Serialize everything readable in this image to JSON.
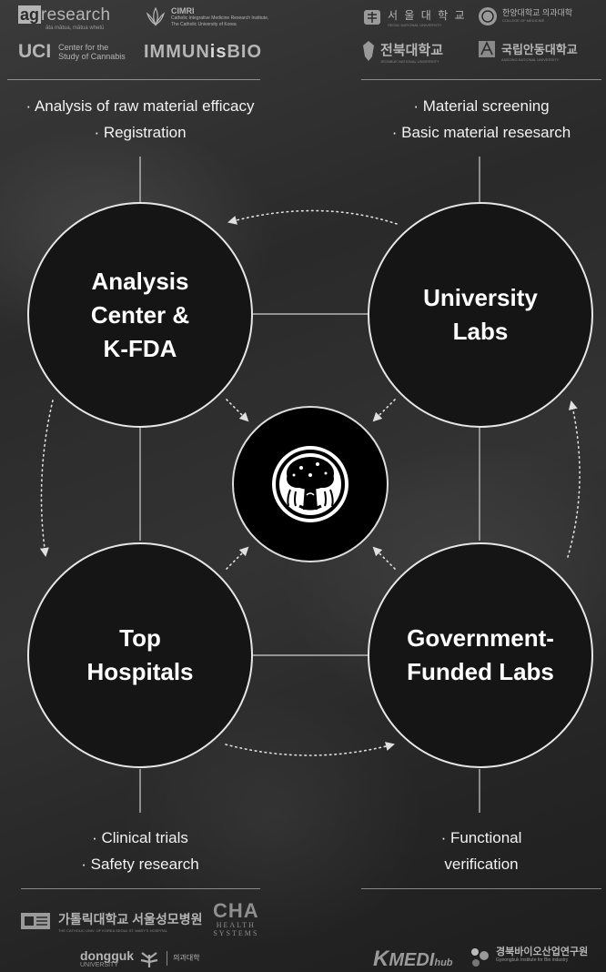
{
  "top_left_logos": {
    "agresearch_ag": "ag",
    "agresearch_rest": "research",
    "agresearch_tagline": "āta mātua, mātua whetū",
    "cimr_name": "CIMRI",
    "cimr_line1": "Catholic Integrative Medicine Research Institute,",
    "cimr_line2": "The Catholic University of Korea",
    "uci_name": "UCI",
    "uci_sub1": "Center for the",
    "uci_sub2": "Study of Cannabis",
    "immunity_a": "IMMUN",
    "immunity_b": "is",
    "immunity_c": "BIO"
  },
  "top_right_logos": {
    "snu": "서 울 대 학 교",
    "snu_sub": "SEOUL NATIONAL UNIVERSITY",
    "hanyang": "한양대학교 의과대학",
    "hanyang_sub": "COLLEGE OF MEDICINE",
    "jeonbuk": "전북대학교",
    "jeonbuk_sub": "JEONBUK NATIONAL UNIVERSITY",
    "andong": "국립안동대학교",
    "andong_sub": "ANDONG NATIONAL UNIVERSITY"
  },
  "captions": {
    "top_left": [
      "· Analysis of raw material efficacy",
      "· Registration"
    ],
    "top_right": [
      "· Material screening",
      "· Basic material resesarch"
    ],
    "bottom_left": [
      "· Clinical trials",
      "· Safety research"
    ],
    "bottom_right": [
      "· Functional",
      "verification"
    ]
  },
  "circles": {
    "top_left": [
      "Analysis",
      "Center &",
      "K-FDA"
    ],
    "top_right": [
      "University",
      "Labs"
    ],
    "bottom_left": [
      "Top",
      "Hospitals"
    ],
    "bottom_right": [
      "Government-",
      "Funded Labs"
    ]
  },
  "bottom_left_logos": {
    "catholic": "가톨릭대학교 서울성모병원",
    "catholic_sub": "THE CATHOLIC UNIV. OF KOREA SEOUL ST. MARY'S HOSPITAL",
    "cha": "CHA",
    "cha_sub1": "HEALTH",
    "cha_sub2": "SYSTEMS",
    "dongguk": "dongguk",
    "dongguk_sub": "UNIVERSITY",
    "dongguk_college": "의과대학"
  },
  "bottom_right_logos": {
    "kmedi_k": "K",
    "kmedi_medi": "MEDI",
    "kmedi_hub": "hub",
    "gib": "경북바이오산업연구원",
    "gib_sub": "Gyeongbuk Institute for Bio industry"
  },
  "colors": {
    "circle_fill": "#151515",
    "circle_border": "#e6e6e6",
    "line": "#cfcfcf",
    "arrow": "#e0e0e0"
  }
}
